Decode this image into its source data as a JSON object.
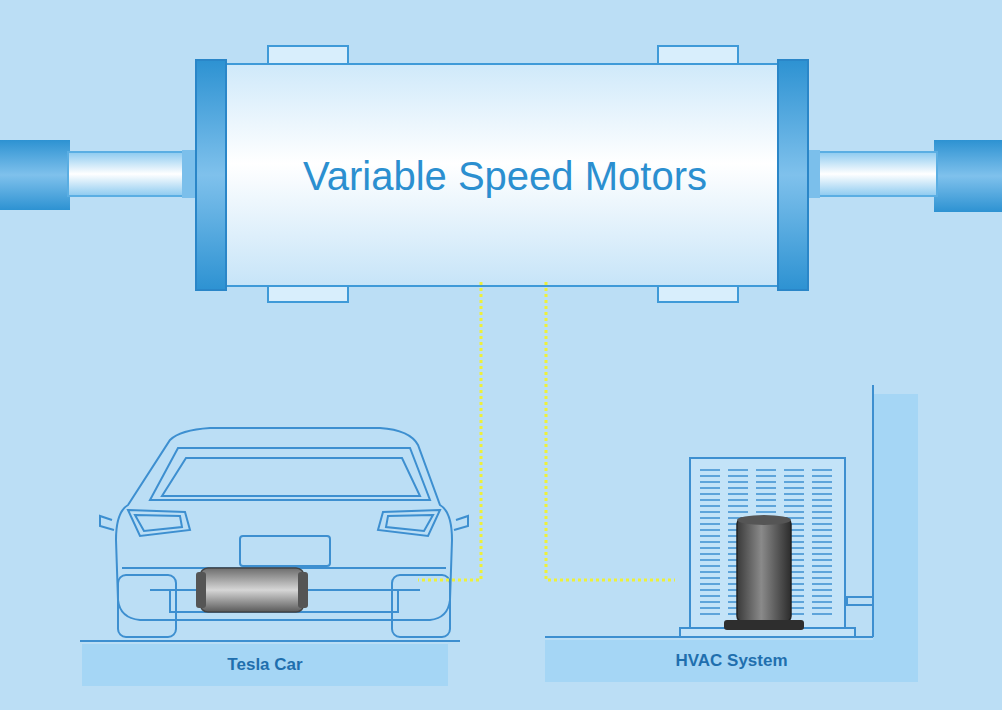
{
  "diagram": {
    "nodes": [
      {
        "text": [
          "Variable Speed Motors"
        ]
      },
      {
        "text": [
          "Tesla Car"
        ]
      },
      {
        "text": [
          "HVAC System"
        ]
      }
    ],
    "edges": [
      {
        "from": 0,
        "to": 1,
        "arrow": "none"
      },
      {
        "from": 0,
        "to": 2,
        "arrow": "none"
      }
    ]
  }
}
